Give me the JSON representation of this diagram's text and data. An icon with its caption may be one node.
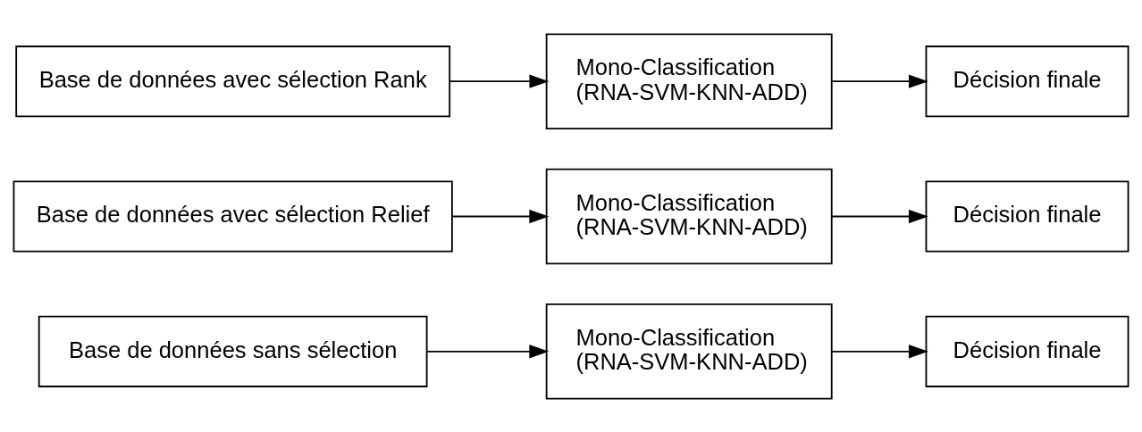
{
  "diagram": {
    "nodes": [
      {
        "text": [
          "Base de données sans sélection"
        ]
      },
      {
        "text": [
          "Mono-Classification (RNA-SVM-KNN-ADD)"
        ]
      },
      {
        "text": [
          "Décision finale"
        ]
      },
      {
        "text": [
          "Base de données avec sélection Relief"
        ]
      },
      {
        "text": [
          "Mono-Classification (RNA-SVM-KNN-ADD)"
        ]
      },
      {
        "text": [
          "Décision finale"
        ]
      },
      {
        "text": [
          "Base de données avec sélection Rank"
        ]
      },
      {
        "text": [
          "Mono-Classification (RNA-SVM-KNN-ADD)"
        ]
      },
      {
        "text": [
          "Décision finale"
        ]
      }
    ],
    "edges": [
      {
        "from": 0,
        "to": 1,
        "arrow": "to"
      },
      {
        "from": 1,
        "to": 2,
        "arrow": "to"
      },
      {
        "from": 3,
        "to": 4,
        "arrow": "to"
      },
      {
        "from": 4,
        "to": 5,
        "arrow": "to"
      },
      {
        "from": 6,
        "to": 7,
        "arrow": "to"
      },
      {
        "from": 7,
        "to": 8,
        "arrow": "to"
      }
    ]
  }
}
